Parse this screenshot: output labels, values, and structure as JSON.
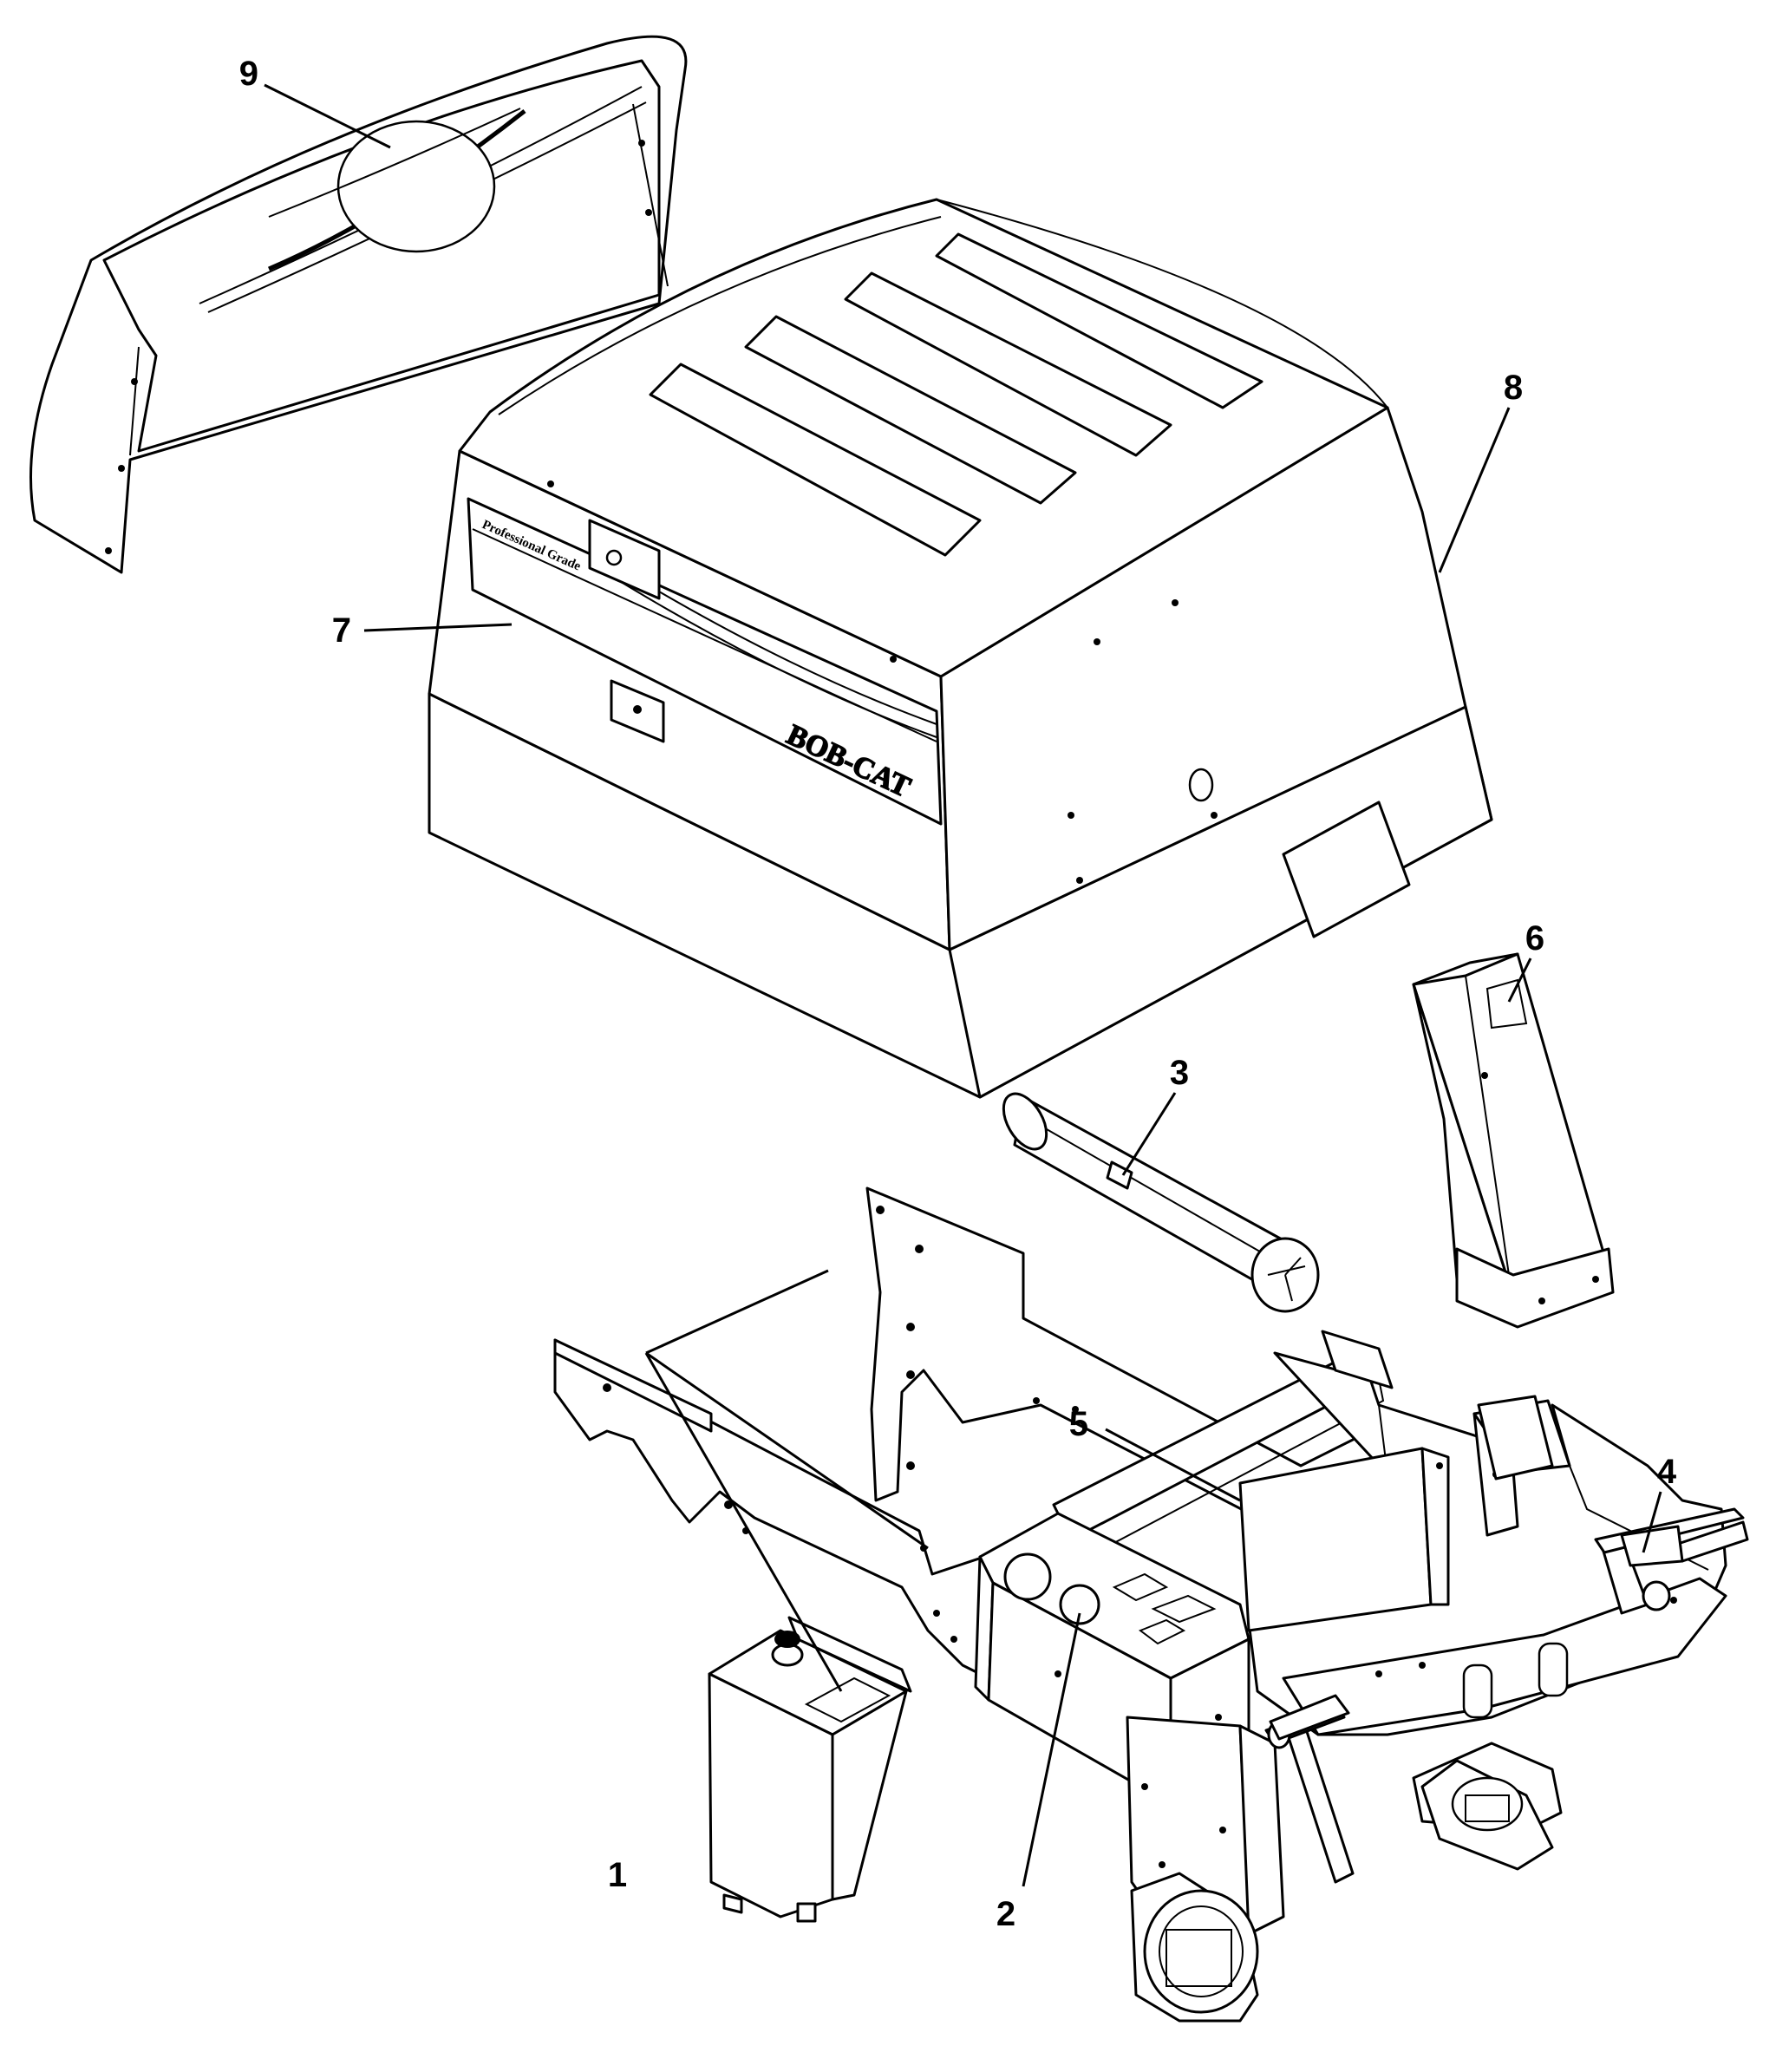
{
  "diagram": {
    "callouts": [
      {
        "id": "1",
        "label": "1"
      },
      {
        "id": "2",
        "label": "2"
      },
      {
        "id": "3",
        "label": "3"
      },
      {
        "id": "4",
        "label": "4"
      },
      {
        "id": "5",
        "label": "5"
      },
      {
        "id": "6",
        "label": "6"
      },
      {
        "id": "7",
        "label": "7"
      },
      {
        "id": "8",
        "label": "8"
      },
      {
        "id": "9",
        "label": "9"
      }
    ],
    "decals": {
      "professional_grade": "Professional Grade",
      "brand_logo": "BOB-CAT"
    }
  }
}
